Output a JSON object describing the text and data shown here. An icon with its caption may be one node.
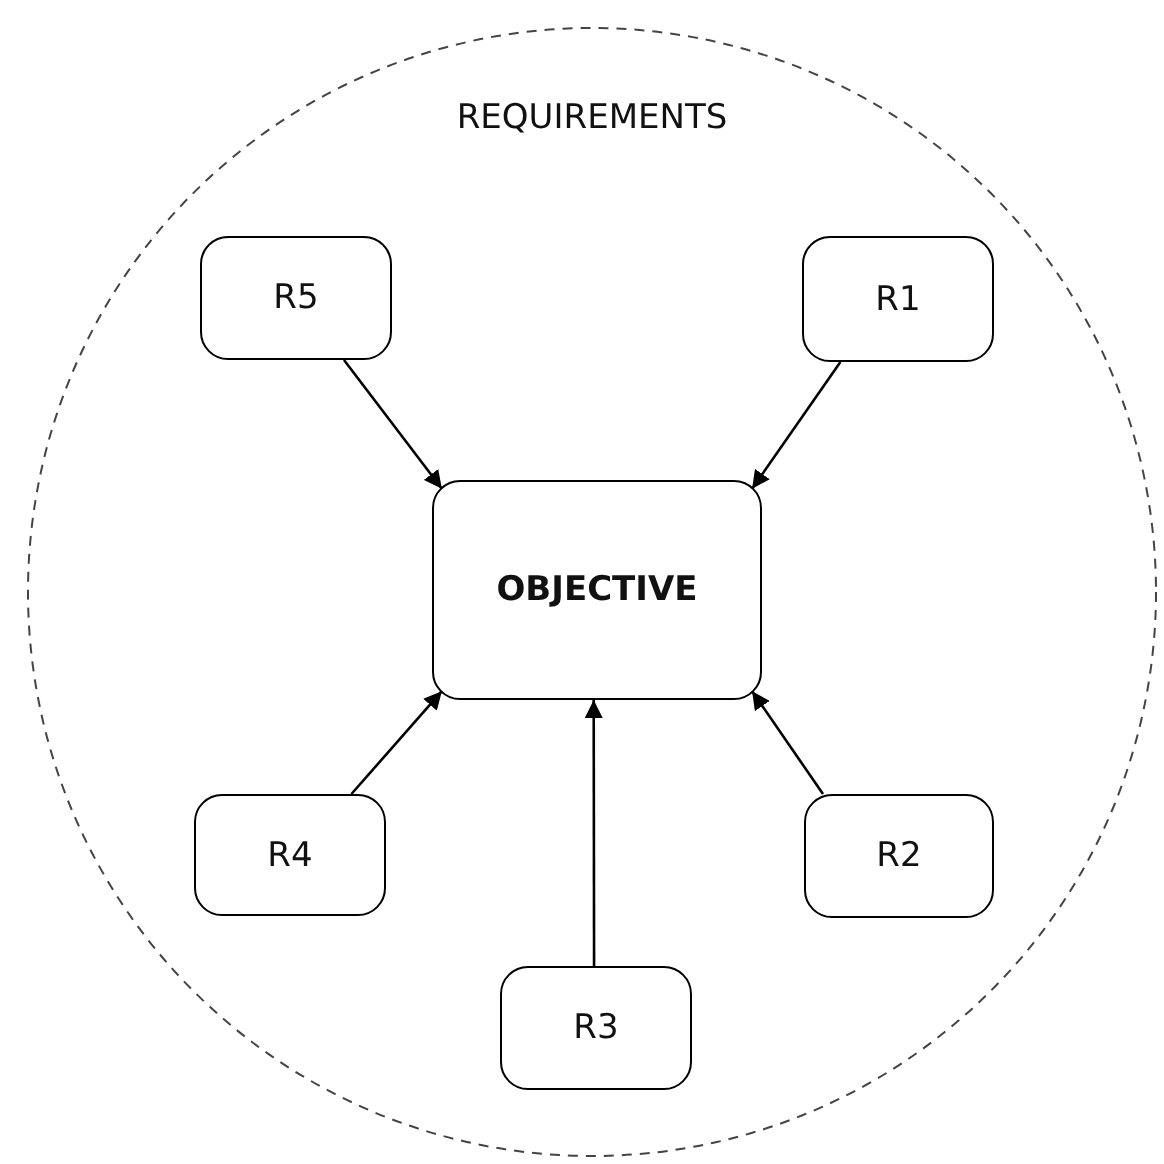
{
  "diagram": {
    "nodes": [
      {
        "text": [
          "REQUIREMENTS"
        ]
      },
      {
        "text": [
          "R5"
        ],
        "in": 0
      },
      {
        "text": [
          "R1"
        ],
        "in": 0
      },
      {
        "text": [
          "OBJECTIVE"
        ],
        "in": 0
      },
      {
        "text": [
          "R4"
        ],
        "in": 0
      },
      {
        "text": [
          "R2"
        ],
        "in": 0
      },
      {
        "text": [
          "R3"
        ],
        "in": 0
      }
    ],
    "edges": [
      {
        "from": 1,
        "to": 3,
        "arrow": "to"
      },
      {
        "from": 2,
        "to": 3,
        "arrow": "to"
      },
      {
        "from": 4,
        "to": 3,
        "arrow": "to"
      },
      {
        "from": 5,
        "to": 3,
        "arrow": "to"
      },
      {
        "from": 6,
        "to": 3,
        "arrow": "to"
      }
    ]
  }
}
